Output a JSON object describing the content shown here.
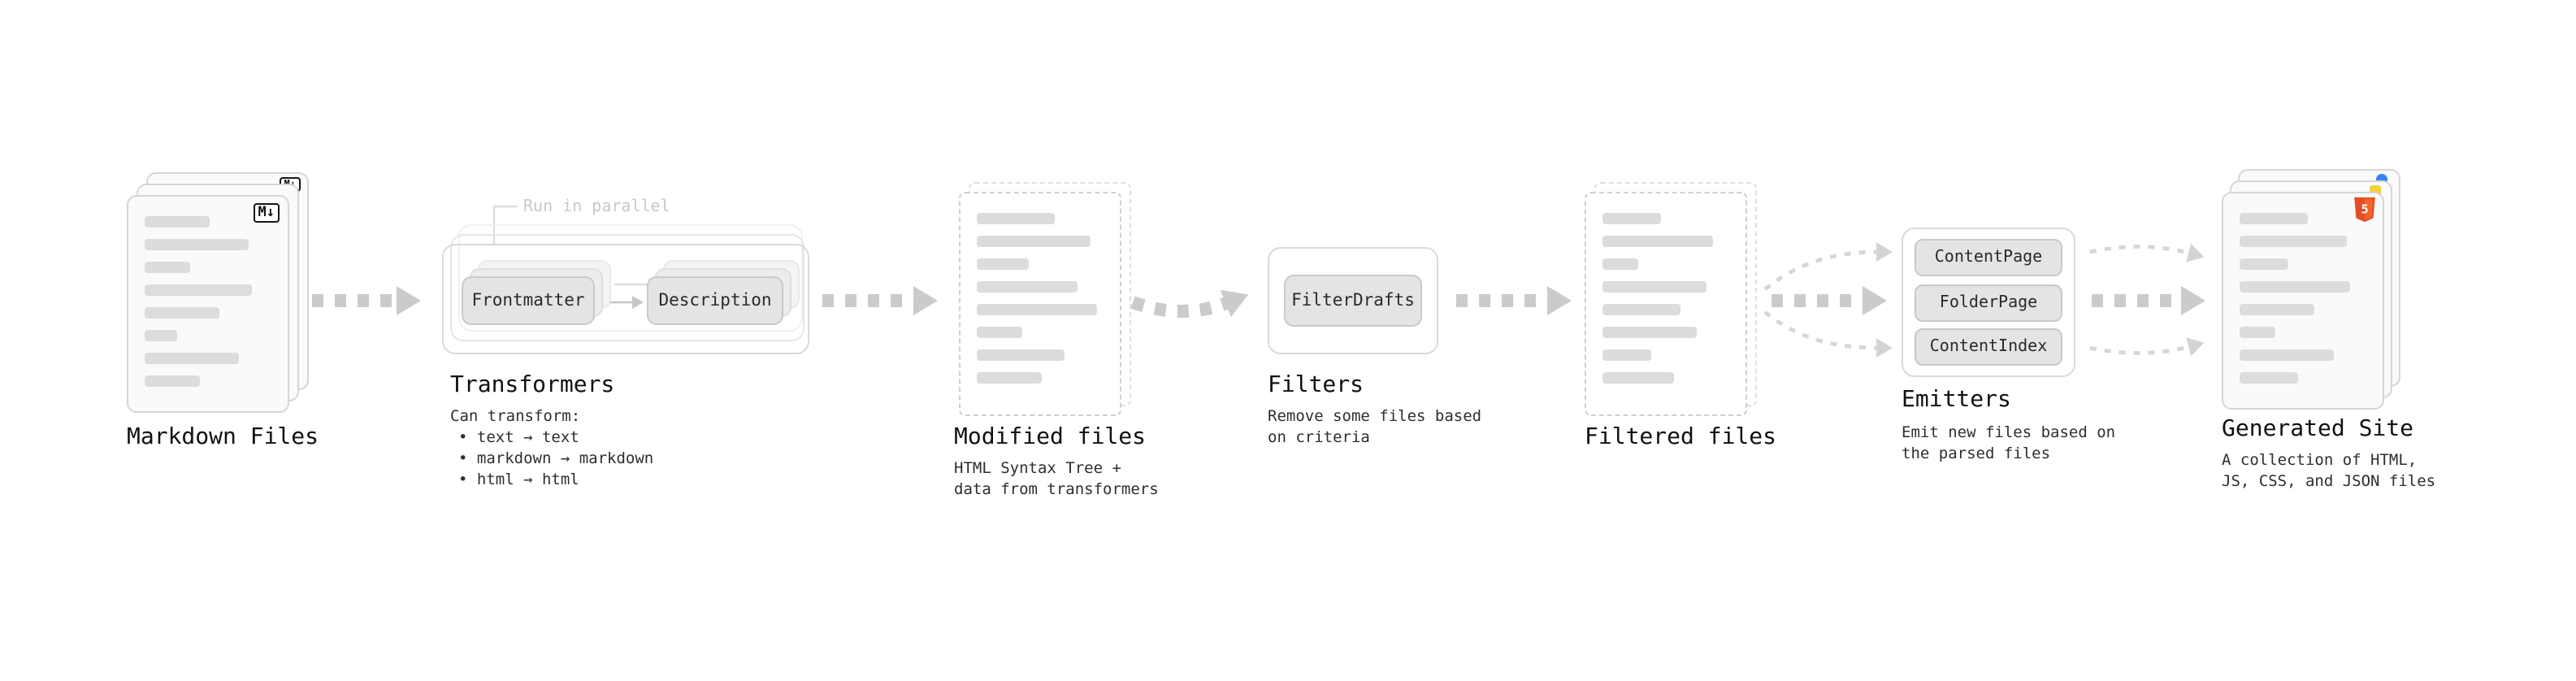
{
  "markdown_files": {
    "label": "Markdown Files",
    "badge": "M↓"
  },
  "transformers": {
    "label": "Transformers",
    "run_in_parallel": "Run in parallel",
    "nodes": [
      "Frontmatter",
      "Description"
    ],
    "desc_title": "Can transform:",
    "desc_items": [
      "• text → text",
      "• markdown → markdown",
      "• html → html"
    ]
  },
  "modified_files": {
    "label": "Modified files",
    "desc": "HTML Syntax Tree +\ndata from transformers"
  },
  "filters": {
    "label": "Filters",
    "nodes": [
      "FilterDrafts"
    ],
    "desc": "Remove some files based\non criteria"
  },
  "filtered_files": {
    "label": "Filtered files"
  },
  "emitters": {
    "label": "Emitters",
    "nodes": [
      "ContentPage",
      "FolderPage",
      "ContentIndex"
    ],
    "desc": "Emit new files based on\nthe parsed files"
  },
  "generated_site": {
    "label": "Generated Site",
    "desc": "A collection of HTML,\nJS, CSS, and JSON files",
    "html5_badge": "5"
  },
  "colors": {
    "arrow": "#cccccc",
    "card_border": "#d6d6d6",
    "card_bg": "#fafafa",
    "node_bg": "#e4e4e4",
    "html5_orange": "#e44d26"
  }
}
